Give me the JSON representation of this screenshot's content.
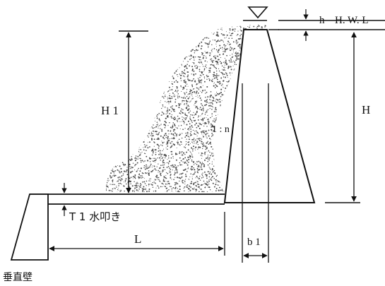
{
  "labels": {
    "h": "h",
    "hwl": "H. W. L",
    "H1": "H 1",
    "H": "H",
    "slope": "1 : n",
    "T1": "T 1 水叩き",
    "L": "L",
    "b1": "b 1",
    "wall": "垂直壁"
  },
  "icons": {
    "water_level": "inverted-triangle-icon"
  },
  "colors": {
    "line": "#111111",
    "spray": "#4a4a4a",
    "background": "#ffffff"
  }
}
